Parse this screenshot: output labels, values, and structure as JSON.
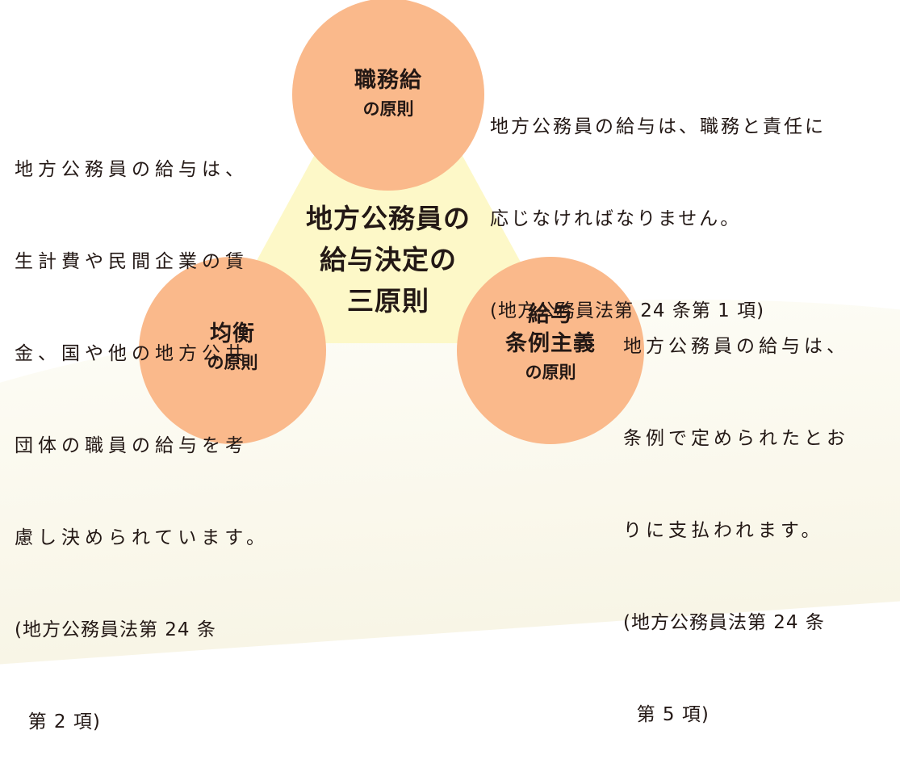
{
  "diagram": {
    "title_lines": [
      "地方公務員の",
      "給与決定の",
      "三原則"
    ],
    "colors": {
      "circle_fill": "#fab98b",
      "triangle_fill": "#fdf8c8",
      "text": "#231815",
      "background": "#ffffff"
    },
    "principles": [
      {
        "id": "top",
        "name_lines": [
          "職務給"
        ],
        "suffix": "の原則",
        "description_lines": [
          "地方公務員の給与は、職務と責任に",
          "応じなければなりません。"
        ],
        "reference_lines": [
          "(地方公務員法第 24 条第 1 項)"
        ]
      },
      {
        "id": "left",
        "name_lines": [
          "均衡"
        ],
        "suffix": "の原則",
        "description_lines": [
          "地方公務員の給与は、",
          "生計費や民間企業の賃",
          "金、国や他の地方公共",
          "団体の職員の給与を考",
          "慮し決められています。"
        ],
        "reference_lines": [
          "(地方公務員法第 24 条",
          "  第 2 項)"
        ]
      },
      {
        "id": "right",
        "name_lines": [
          "給与",
          "条例主義"
        ],
        "suffix": "の原則",
        "description_lines": [
          "地方公務員の給与は、",
          "条例で定められたとお",
          "りに支払われます。"
        ],
        "reference_lines": [
          "(地方公務員法第 24 条",
          "  第 5 項)"
        ]
      }
    ]
  }
}
